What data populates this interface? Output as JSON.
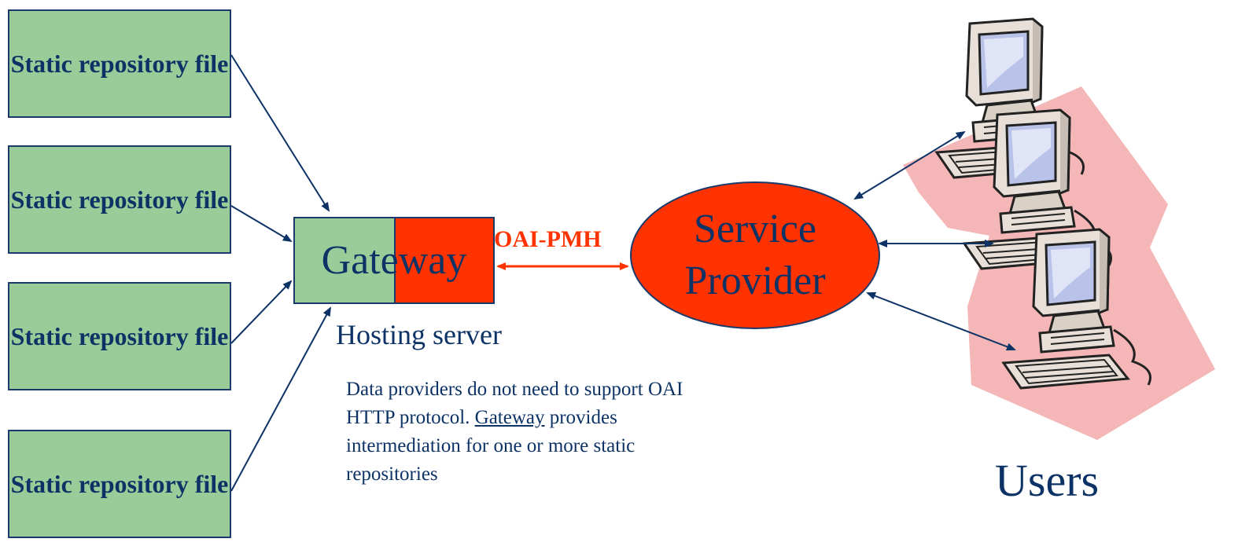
{
  "repositories": [
    {
      "label": "Static repository file"
    },
    {
      "label": "Static repository file"
    },
    {
      "label": "Static repository file"
    },
    {
      "label": "Static repository file"
    }
  ],
  "gateway": {
    "label": "Gateway",
    "host_label": "Hosting server"
  },
  "protocol": {
    "label": "OAI-PMH"
  },
  "service_provider": {
    "line1": "Service",
    "line2": "Provider"
  },
  "note": {
    "text_before": "Data providers do not need to support OAI HTTP protocol.",
    "gateway_word": "Gateway",
    "text_after": "provides intermediation for one or more static repositories"
  },
  "users": {
    "label": "Users"
  },
  "colors": {
    "repo_fill": "#99cc99",
    "gateway_red": "#ff3300",
    "service_provider_fill": "#ff3300",
    "text_navy": "#0d3366",
    "arrow_navy": "#0d3366",
    "oai_red": "#ff3300",
    "shadow_pink": "#f4b6b6",
    "computer_beige": "#e8e0d8"
  },
  "icons": {
    "computer": "desktop-computer-icon"
  }
}
